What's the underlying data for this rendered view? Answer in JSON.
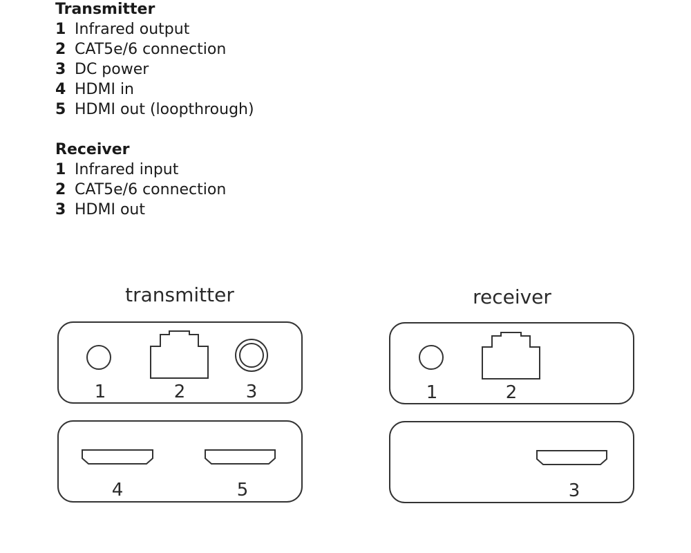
{
  "legend": {
    "transmitter": {
      "title": "Transmitter",
      "items": [
        {
          "num": "1",
          "text": "Infrared output"
        },
        {
          "num": "2",
          "text": "CAT5e/6 connection"
        },
        {
          "num": "3",
          "text": "DC power"
        },
        {
          "num": "4",
          "text": "HDMI in"
        },
        {
          "num": "5",
          "text": "HDMI out (loopthrough)"
        }
      ]
    },
    "receiver": {
      "title": "Receiver",
      "items": [
        {
          "num": "1",
          "text": "Infrared input"
        },
        {
          "num": "2",
          "text": "CAT5e/6 connection"
        },
        {
          "num": "3",
          "text": "HDMI out"
        }
      ]
    }
  },
  "diagram": {
    "transmitter": {
      "label": "transmitter",
      "front_ports": [
        "1",
        "2",
        "3"
      ],
      "back_ports": [
        "4",
        "5"
      ]
    },
    "receiver": {
      "label": "receiver",
      "front_ports": [
        "1",
        "2"
      ],
      "back_ports": [
        "3"
      ]
    }
  },
  "colors": {
    "stroke": "#333333",
    "text": "#1a1a1a"
  }
}
